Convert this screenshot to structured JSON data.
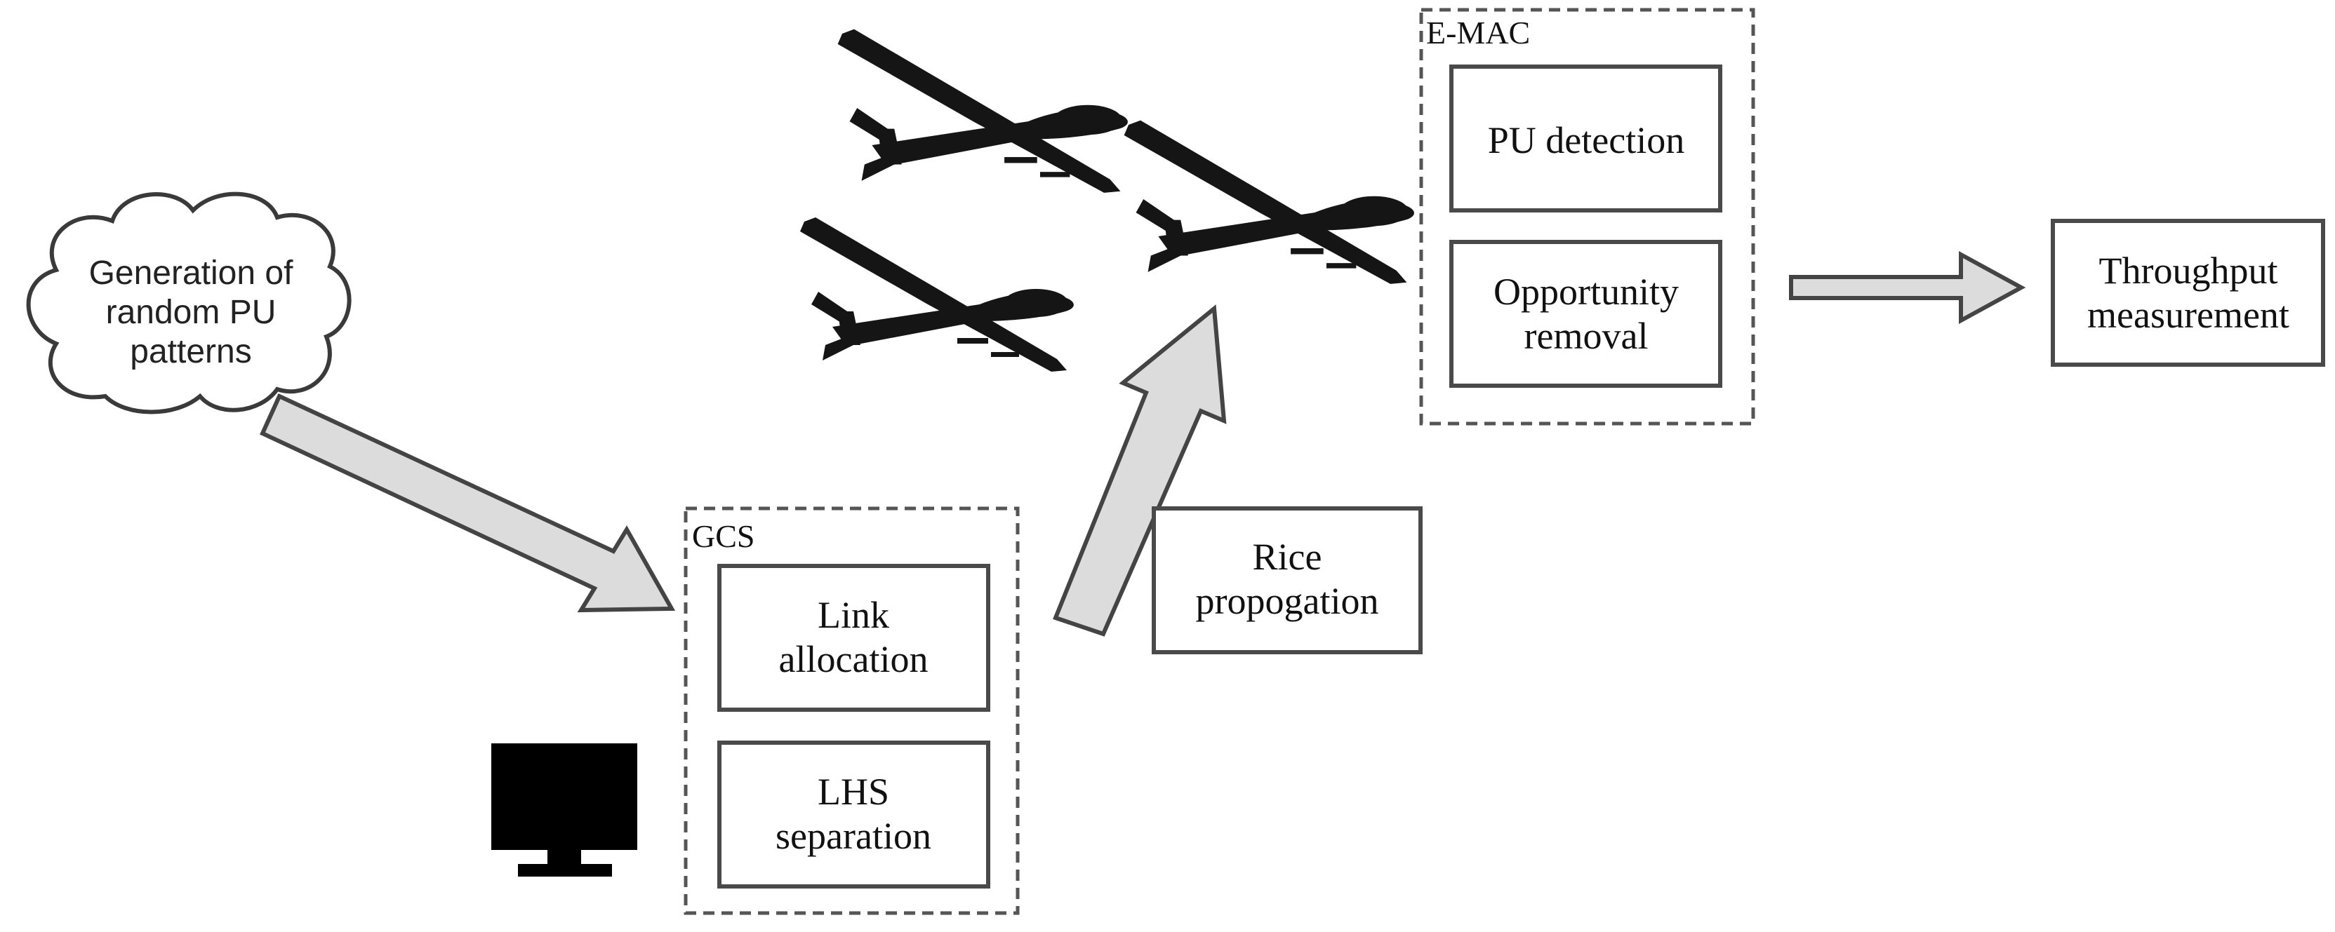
{
  "cloud": {
    "lines": [
      "Generation of",
      "random PU",
      "patterns"
    ]
  },
  "gcs": {
    "title": "GCS",
    "link_box": [
      "Link",
      "allocation"
    ],
    "lhs_box": [
      "LHS",
      "separation"
    ]
  },
  "rice": {
    "lines": [
      "Rice",
      "propogation"
    ]
  },
  "emac": {
    "title": "E-MAC",
    "pu_box": [
      "PU detection"
    ],
    "opp_box": [
      "Opportunity",
      "removal"
    ]
  },
  "throughput": {
    "lines": [
      "Throughput",
      "measurement"
    ]
  },
  "icons": [
    "cloud-icon",
    "monitor-icon",
    "drone-icon",
    "arrow-icon"
  ],
  "colors": {
    "arrow_fill": "#dcdcdc",
    "stroke": "#444444",
    "drone": "#151515"
  }
}
